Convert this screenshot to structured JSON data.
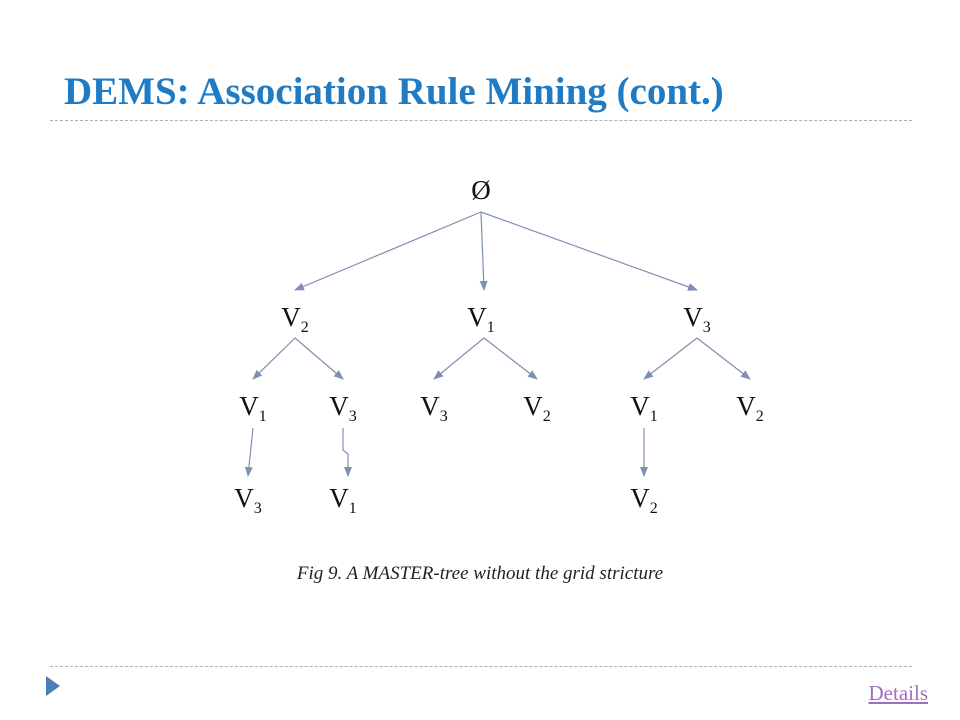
{
  "slide": {
    "title": "DEMS: Association Rule Mining (cont.)",
    "caption": "Fig 9. A MASTER-tree without the grid stricture",
    "details_link": "Details"
  },
  "tree": {
    "nodes": [
      {
        "id": "root",
        "label": "Ø",
        "sub": ""
      },
      {
        "id": "l1-v2",
        "label": "V",
        "sub": "2"
      },
      {
        "id": "l1-v1",
        "label": "V",
        "sub": "1"
      },
      {
        "id": "l1-v3",
        "label": "V",
        "sub": "3"
      },
      {
        "id": "l2-v2-v1",
        "label": "V",
        "sub": "1"
      },
      {
        "id": "l2-v2-v3",
        "label": "V",
        "sub": "3"
      },
      {
        "id": "l2-v1-v3",
        "label": "V",
        "sub": "3"
      },
      {
        "id": "l2-v1-v2",
        "label": "V",
        "sub": "2"
      },
      {
        "id": "l2-v3-v1",
        "label": "V",
        "sub": "1"
      },
      {
        "id": "l2-v3-v2",
        "label": "V",
        "sub": "2"
      },
      {
        "id": "l3-v2-v1-v3",
        "label": "V",
        "sub": "3"
      },
      {
        "id": "l3-v2-v3-v1",
        "label": "V",
        "sub": "1"
      },
      {
        "id": "l3-v3-v1-v2",
        "label": "V",
        "sub": "2"
      }
    ],
    "edges": [
      [
        "root",
        "l1-v2"
      ],
      [
        "root",
        "l1-v1"
      ],
      [
        "root",
        "l1-v3"
      ],
      [
        "l1-v2",
        "l2-v2-v1"
      ],
      [
        "l1-v2",
        "l2-v2-v3"
      ],
      [
        "l1-v1",
        "l2-v1-v3"
      ],
      [
        "l1-v1",
        "l2-v1-v2"
      ],
      [
        "l1-v3",
        "l2-v3-v1"
      ],
      [
        "l1-v3",
        "l2-v3-v2"
      ],
      [
        "l2-v2-v1",
        "l3-v2-v1-v3"
      ],
      [
        "l2-v2-v3",
        "l3-v2-v3-v1"
      ],
      [
        "l2-v3-v1",
        "l3-v3-v1-v2"
      ]
    ]
  },
  "colors": {
    "title": "#1f7bc4",
    "edge": "#7f8fb3",
    "link": "#a06fc0",
    "bullet": "#4a7eb5"
  }
}
